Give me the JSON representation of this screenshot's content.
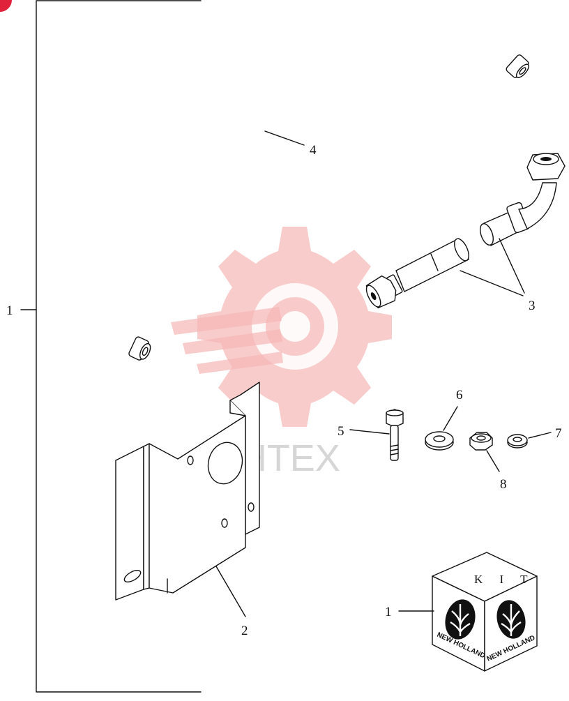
{
  "callouts": {
    "c1_main": "1",
    "c2": "2",
    "c3": "3",
    "c4": "4",
    "c5": "5",
    "c6": "6",
    "c7": "7",
    "c8": "8",
    "c1_kit": "1"
  },
  "kit_box": {
    "label": "K I T",
    "brand_left": "NEW HOLLAND",
    "brand_right": "NEW HOLLAND"
  },
  "watermark": {
    "text": "ИНТЕХ"
  },
  "colors": {
    "line": "#111111",
    "watermark": "#f7b7b7",
    "corner_badge": "#e0223a"
  }
}
